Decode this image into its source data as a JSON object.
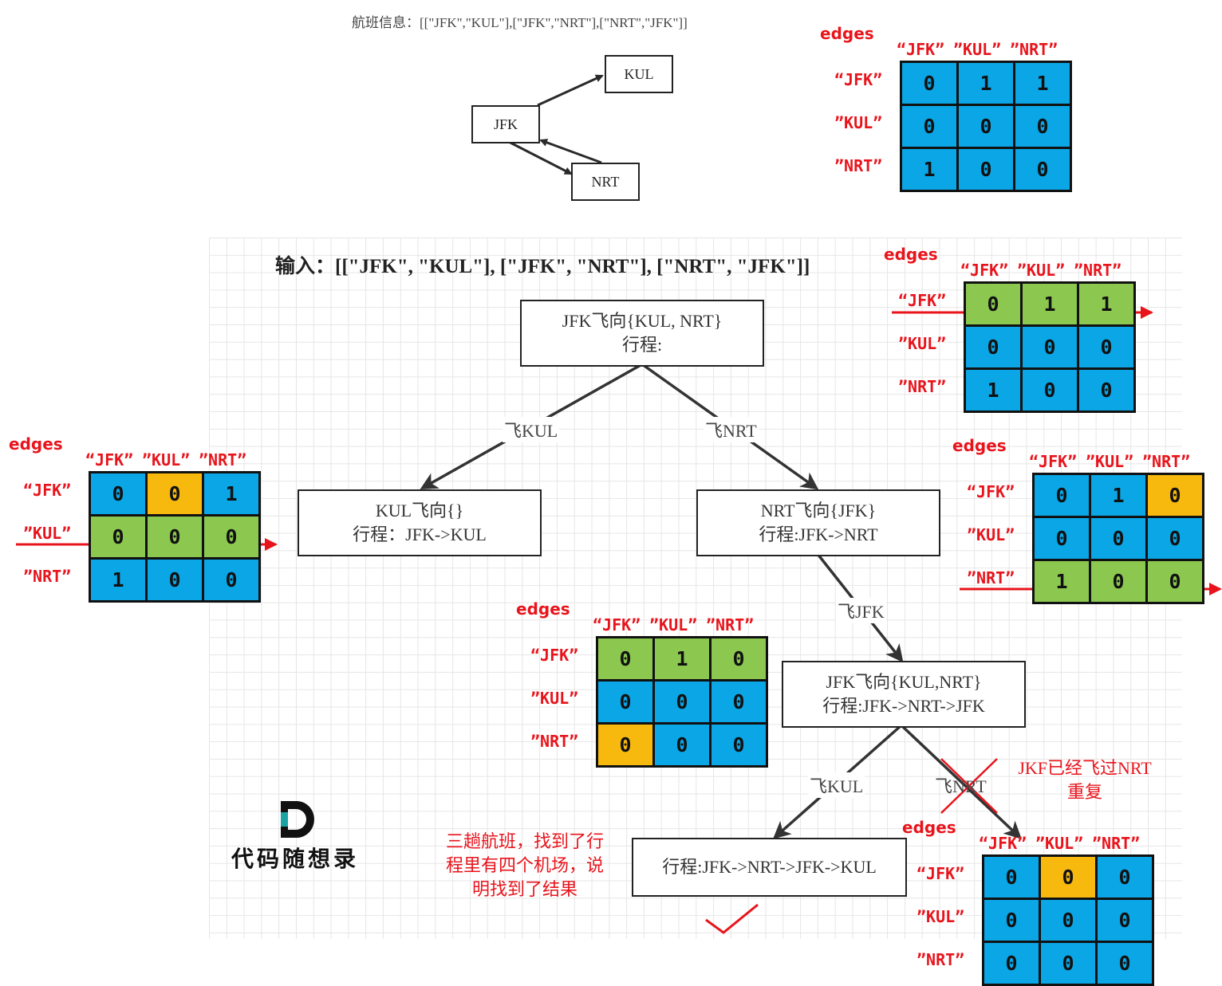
{
  "top": {
    "title": "航班信息：[[\"JFK\",\"KUL\"],[\"JFK\",\"NRT\"],[\"NRT\",\"JFK\"]]",
    "nodes": {
      "kul": "KUL",
      "jfk": "JFK",
      "nrt": "NRT"
    }
  },
  "input_title": "输入：[[\"JFK\", \"KUL\"], [\"JFK\", \"NRT\"], [\"NRT\", \"JFK\"]]",
  "edges_word": "edges",
  "col_labels": [
    "“JFK”",
    "”KUL”",
    "”NRT”"
  ],
  "row_labels": [
    "“JFK”",
    "”KUL”",
    "”NRT”"
  ],
  "colors": {
    "blue": "#0aa6e6",
    "green": "#8cc850",
    "orange": "#f7b90e",
    "red": "#e8141c"
  },
  "matrices": {
    "m1": {
      "values": [
        [
          0,
          1,
          1
        ],
        [
          0,
          0,
          0
        ],
        [
          1,
          0,
          0
        ]
      ],
      "colors": [
        [
          "b",
          "b",
          "b"
        ],
        [
          "b",
          "b",
          "b"
        ],
        [
          "b",
          "b",
          "b"
        ]
      ]
    },
    "m2": {
      "values": [
        [
          0,
          1,
          1
        ],
        [
          0,
          0,
          0
        ],
        [
          1,
          0,
          0
        ]
      ],
      "colors": [
        [
          "g",
          "g",
          "g"
        ],
        [
          "b",
          "b",
          "b"
        ],
        [
          "b",
          "b",
          "b"
        ]
      ]
    },
    "m3": {
      "values": [
        [
          0,
          0,
          1
        ],
        [
          0,
          0,
          0
        ],
        [
          1,
          0,
          0
        ]
      ],
      "colors": [
        [
          "b",
          "o",
          "b"
        ],
        [
          "g",
          "g",
          "g"
        ],
        [
          "b",
          "b",
          "b"
        ]
      ]
    },
    "m4": {
      "values": [
        [
          0,
          1,
          0
        ],
        [
          0,
          0,
          0
        ],
        [
          1,
          0,
          0
        ]
      ],
      "colors": [
        [
          "b",
          "b",
          "o"
        ],
        [
          "b",
          "b",
          "b"
        ],
        [
          "g",
          "g",
          "g"
        ]
      ]
    },
    "m5": {
      "values": [
        [
          0,
          1,
          0
        ],
        [
          0,
          0,
          0
        ],
        [
          0,
          0,
          0
        ]
      ],
      "colors": [
        [
          "g",
          "g",
          "g"
        ],
        [
          "b",
          "b",
          "b"
        ],
        [
          "o",
          "b",
          "b"
        ]
      ]
    },
    "m6": {
      "values": [
        [
          0,
          0,
          0
        ],
        [
          0,
          0,
          0
        ],
        [
          0,
          0,
          0
        ]
      ],
      "colors": [
        [
          "b",
          "o",
          "b"
        ],
        [
          "b",
          "b",
          "b"
        ],
        [
          "b",
          "b",
          "b"
        ]
      ]
    }
  },
  "tree": {
    "root": {
      "line1": "JFK飞向{KUL, NRT}",
      "line2": "行程:"
    },
    "left": {
      "line1": "KUL飞向{}",
      "line2": "行程：JFK->KUL"
    },
    "right": {
      "line1": "NRT飞向{JFK}",
      "line2": "行程:JFK->NRT"
    },
    "mid": {
      "line1": "JFK飞向{KUL,NRT}",
      "line2": "行程:JFK->NRT->JFK"
    },
    "result": {
      "line1": "行程:JFK->NRT->JFK->KUL"
    },
    "edge_labels": {
      "fly_kul": "飞KUL",
      "fly_nrt": "飞NRT",
      "fly_jfk": "飞JFK",
      "fly_kul2": "飞KUL",
      "fly_nrt2": "飞NRT"
    }
  },
  "notes": {
    "repeat_line1": "JKF已经飞过NRT",
    "repeat_line2": "重复",
    "result_line1": "三趟航班，找到了行",
    "result_line2": "程里有四个机场，说",
    "result_line3": "明找到了结果"
  },
  "logo": {
    "letter": "D",
    "text": "代码随想录"
  }
}
